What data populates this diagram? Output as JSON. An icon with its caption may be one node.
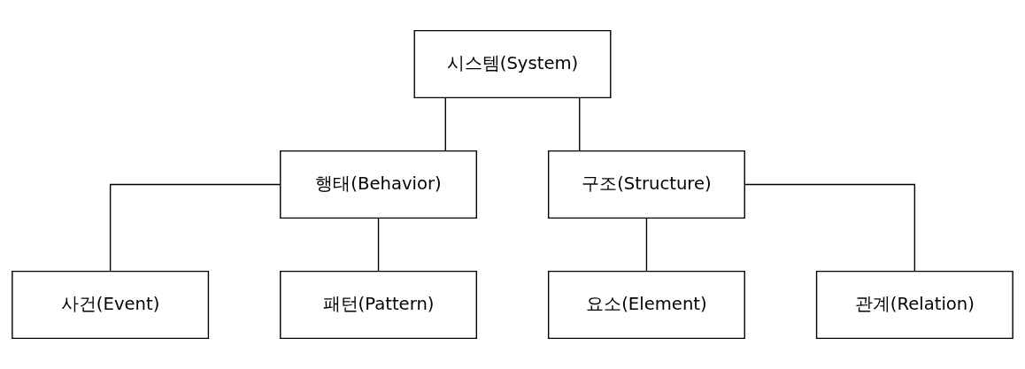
{
  "diagram": {
    "nodes": [
      {
        "text": [
          "시스템(System)"
        ]
      },
      {
        "text": [
          "행태(Behavior)"
        ]
      },
      {
        "text": [
          "구조(Structure)"
        ]
      },
      {
        "text": [
          "사건(Event)"
        ]
      },
      {
        "text": [
          "패턴(Pattern)"
        ]
      },
      {
        "text": [
          "요소(Element)"
        ]
      },
      {
        "text": [
          "관계(Relation)"
        ]
      }
    ],
    "edges": [
      {
        "from": 0,
        "to": 1,
        "arrow": "none"
      },
      {
        "from": 0,
        "to": 2,
        "arrow": "none"
      },
      {
        "from": 1,
        "to": 3,
        "arrow": "none"
      },
      {
        "from": 1,
        "to": 4,
        "arrow": "none"
      },
      {
        "from": 2,
        "to": 5,
        "arrow": "none"
      },
      {
        "from": 2,
        "to": 6,
        "arrow": "none"
      }
    ]
  }
}
